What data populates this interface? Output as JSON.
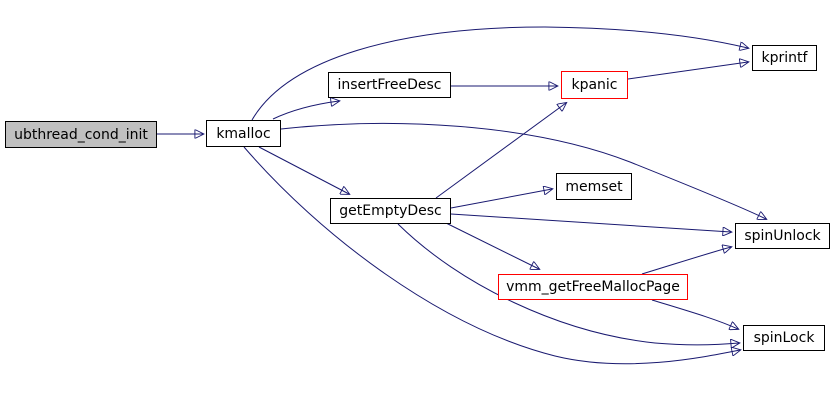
{
  "diagram": {
    "type": "call-graph",
    "colors": {
      "edge": "#191970",
      "node_border": "#000000",
      "highlight_border": "#ff0000",
      "root_fill": "#c0c0c0",
      "node_fill": "#ffffff",
      "text": "#000000"
    },
    "nodes": [
      {
        "id": "ubthread_cond_init",
        "label": "ubthread_cond_init",
        "style": "root"
      },
      {
        "id": "kmalloc",
        "label": "kmalloc",
        "style": "normal"
      },
      {
        "id": "insertFreeDesc",
        "label": "insertFreeDesc",
        "style": "normal"
      },
      {
        "id": "kpanic",
        "label": "kpanic",
        "style": "highlighted"
      },
      {
        "id": "kprintf",
        "label": "kprintf",
        "style": "normal"
      },
      {
        "id": "getEmptyDesc",
        "label": "getEmptyDesc",
        "style": "normal"
      },
      {
        "id": "memset",
        "label": "memset",
        "style": "normal"
      },
      {
        "id": "spinUnlock",
        "label": "spinUnlock",
        "style": "normal"
      },
      {
        "id": "vmm_getFreeMallocPage",
        "label": "vmm_getFreeMallocPage",
        "style": "highlighted"
      },
      {
        "id": "spinLock",
        "label": "spinLock",
        "style": "normal"
      }
    ],
    "edges": [
      {
        "from": "ubthread_cond_init",
        "to": "kmalloc"
      },
      {
        "from": "kmalloc",
        "to": "insertFreeDesc"
      },
      {
        "from": "kmalloc",
        "to": "kprintf"
      },
      {
        "from": "kmalloc",
        "to": "spinUnlock"
      },
      {
        "from": "kmalloc",
        "to": "getEmptyDesc"
      },
      {
        "from": "kmalloc",
        "to": "spinLock"
      },
      {
        "from": "insertFreeDesc",
        "to": "kpanic"
      },
      {
        "from": "kpanic",
        "to": "kprintf"
      },
      {
        "from": "getEmptyDesc",
        "to": "kpanic"
      },
      {
        "from": "getEmptyDesc",
        "to": "memset"
      },
      {
        "from": "getEmptyDesc",
        "to": "vmm_getFreeMallocPage"
      },
      {
        "from": "getEmptyDesc",
        "to": "spinUnlock"
      },
      {
        "from": "getEmptyDesc",
        "to": "spinLock"
      },
      {
        "from": "vmm_getFreeMallocPage",
        "to": "spinUnlock"
      },
      {
        "from": "vmm_getFreeMallocPage",
        "to": "spinLock"
      }
    ]
  }
}
